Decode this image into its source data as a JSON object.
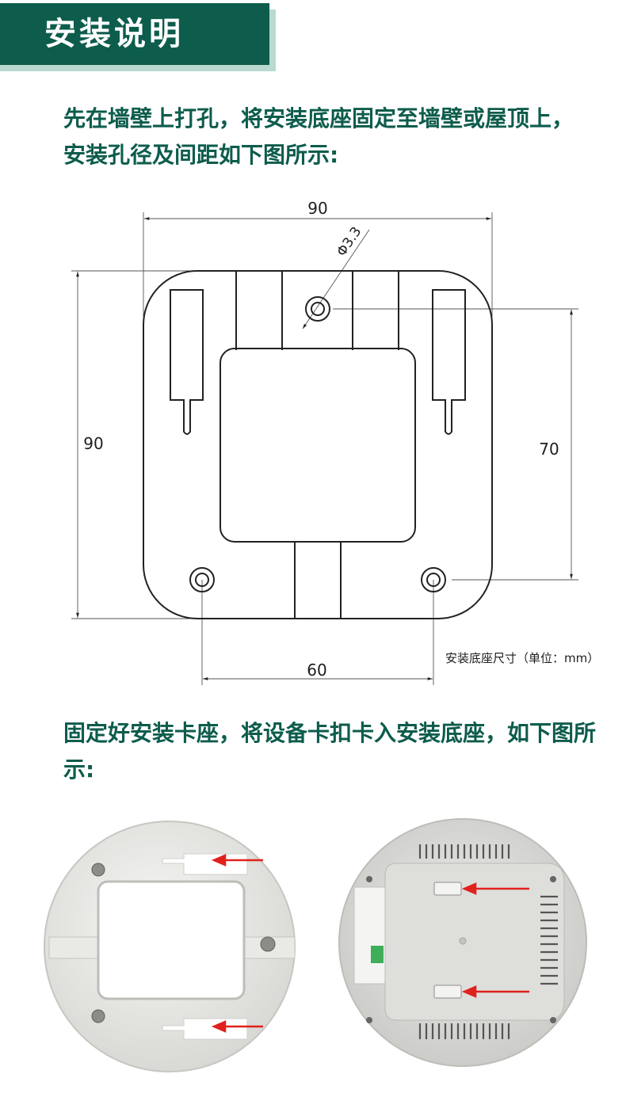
{
  "banner": {
    "title": "安装说明"
  },
  "intro": {
    "text": "先在墙壁上打孔，将安装底座固定至墙壁或屋顶上，安装孔径及间距如下图所示:"
  },
  "drawing": {
    "dim_top_width": "90",
    "dim_left_height": "90",
    "dim_right_spacing": "70",
    "dim_bottom_spacing": "60",
    "hole_diameter": "Φ3.3",
    "caption": "安装底座尺寸（单位：mm）"
  },
  "step2": {
    "text": "固定好安装卡座，将设备卡扣卡入安装底座，如下图所示:"
  },
  "colors": {
    "brand": "#0d5c4c",
    "arrow": "#e0211c",
    "shadow": "#b9d9d1"
  },
  "icons": {
    "arrow": "red-arrow-icon",
    "screw": "screw-icon"
  }
}
